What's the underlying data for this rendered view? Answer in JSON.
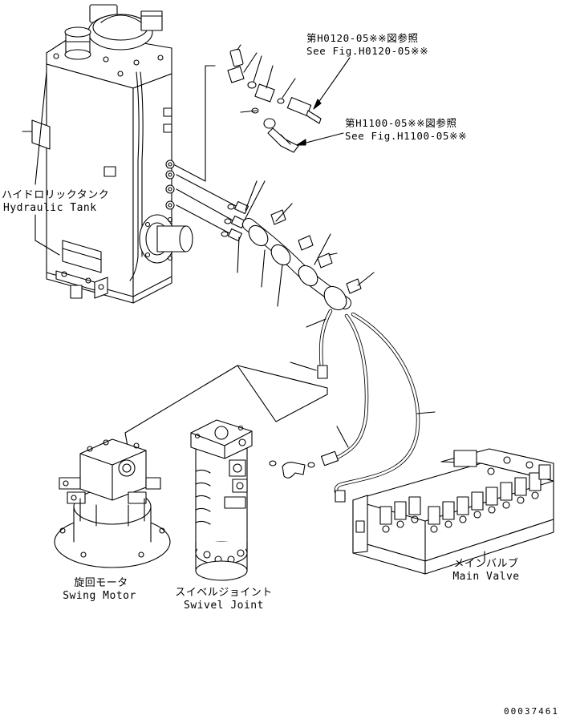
{
  "references": [
    {
      "jp": "第H0120-05※※図参照",
      "en": "See Fig.H0120-05※※"
    },
    {
      "jp": "第H1100-05※※図参照",
      "en": "See Fig.H1100-05※※"
    }
  ],
  "components": {
    "hydraulic_tank": {
      "jp": "ハイドロリックタンク",
      "en": "Hydraulic Tank"
    },
    "swing_motor": {
      "jp": "旋回モータ",
      "en": "Swing Motor"
    },
    "swivel_joint": {
      "jp": "スイベルジョイント",
      "en": "Swivel Joint"
    },
    "main_valve": {
      "jp": "メインバルブ",
      "en": "Main Valve"
    }
  },
  "drawing_number": "00037461"
}
